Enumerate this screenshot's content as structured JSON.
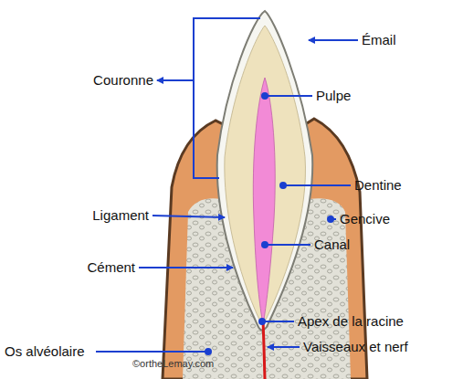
{
  "diagram": {
    "labels": [
      "Couronne",
      "Émail",
      "Pulpe",
      "Dentine",
      "Gencive",
      "Ligament",
      "Canal",
      "Cément",
      "Os alvéolaire",
      "Apex de la racine",
      "Vaisseaux et nerf",
      "©ortheLemay.com"
    ]
  }
}
